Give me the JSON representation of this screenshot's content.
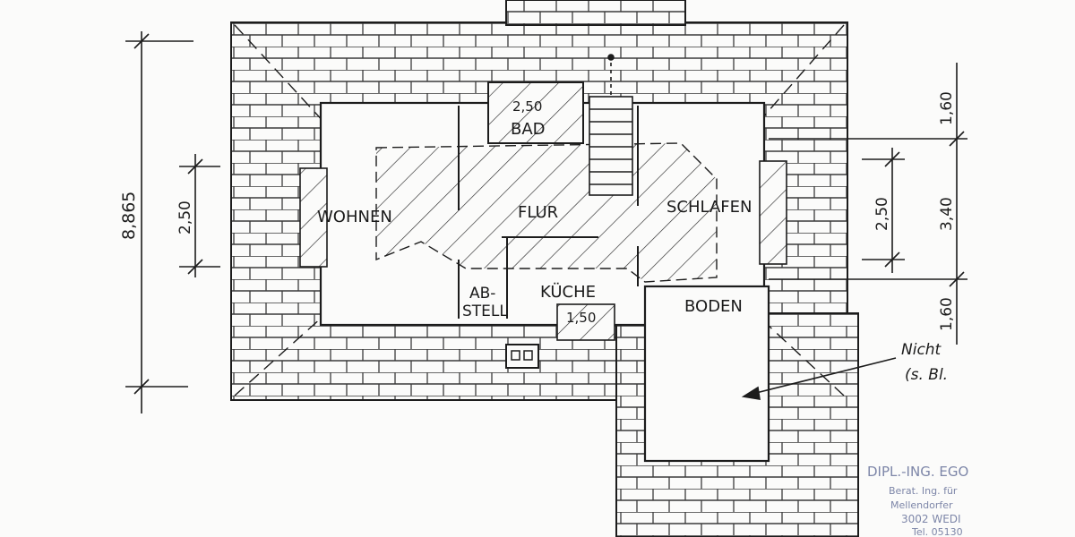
{
  "rooms": {
    "wohnen": "WOHNEN",
    "flur": "FLUR",
    "schlafen": "SCHLAFEN",
    "bad": "BAD",
    "abstell_1": "AB-",
    "abstell_2": "STELL",
    "kueche": "KÜCHE",
    "boden": "BODEN"
  },
  "dimensions": {
    "overall_left": "8,865",
    "left_inner": "2,50",
    "bad_width": "2,50",
    "kueche_width": "1,50",
    "right_inner": "2,50",
    "right_top": "1,60",
    "right_mid": "3,40",
    "right_bottom": "1,60"
  },
  "annotation": {
    "line1": "Nicht",
    "line2": "(s. Bl."
  },
  "stamp": {
    "line1": "DIPL.-ING. EGO",
    "line2": "Berat. Ing. für",
    "line3": "Mellendorfer",
    "line4": "3002 WEDI",
    "line5": "Tel. 05130"
  },
  "colors": {
    "ink": "#1c1c1c",
    "paper": "#fbfbfa",
    "stamp": "#7d86a8"
  }
}
